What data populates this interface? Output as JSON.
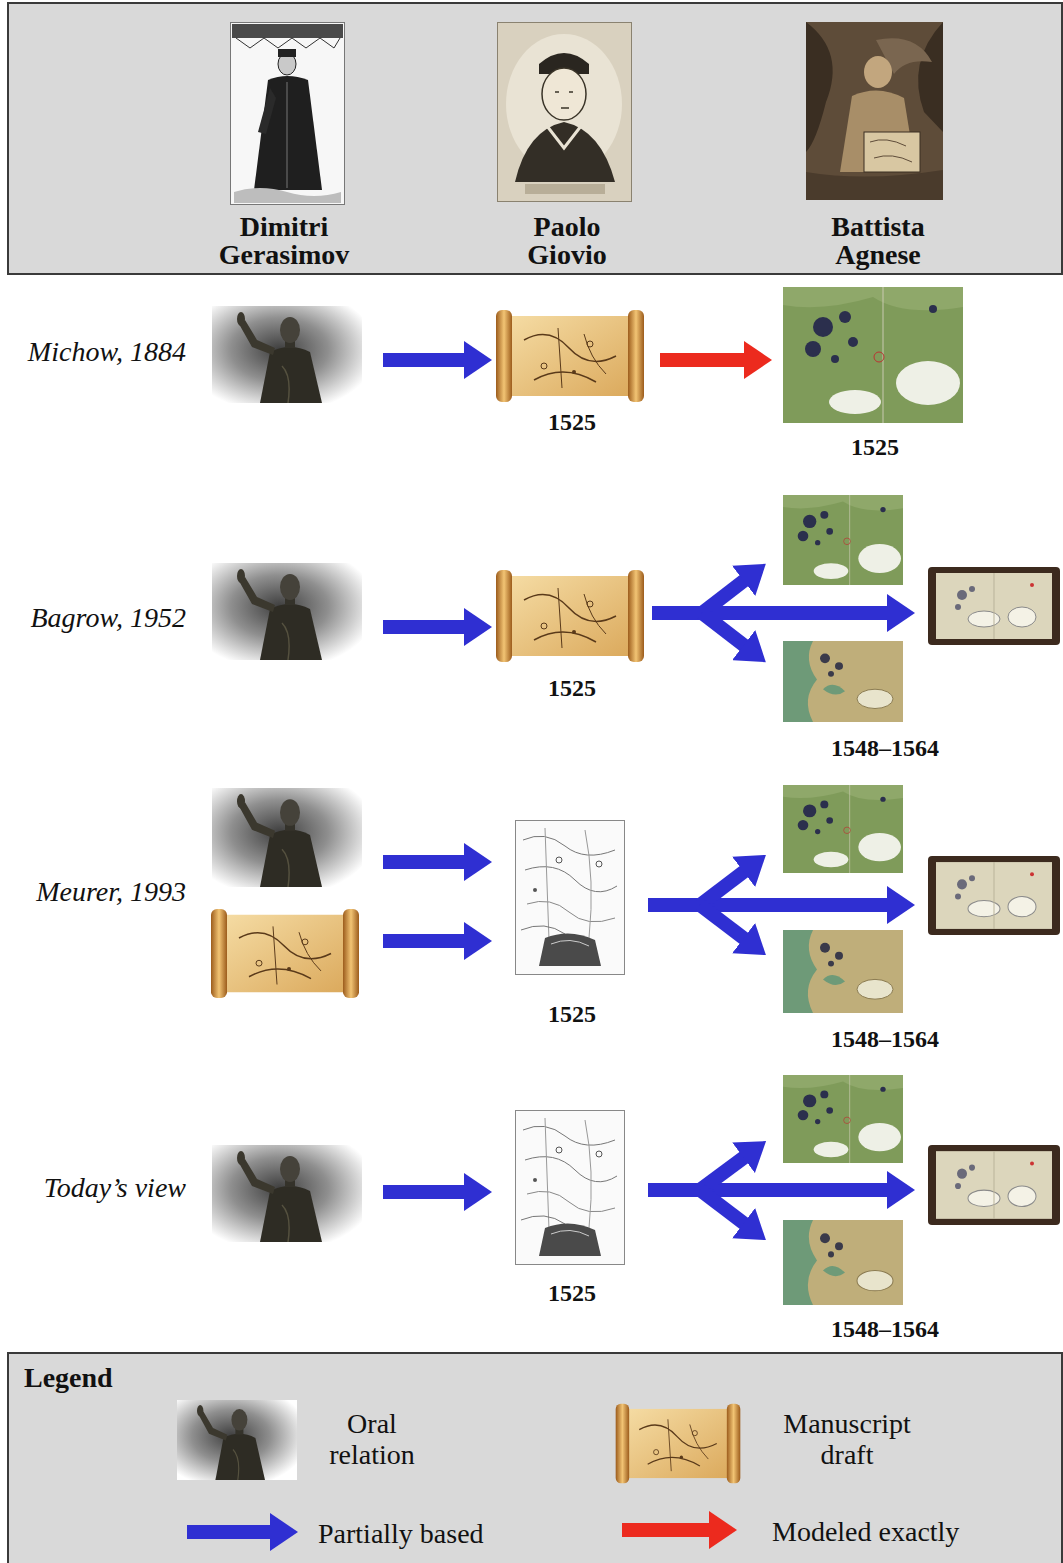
{
  "diagram": {
    "nodes": [
      {
        "text": [
          "Dimitri Gerasimov",
          "Paolo Giovio",
          "Battista Agnese"
        ]
      },
      {
        "text": [
          "Legend"
        ]
      }
    ],
    "labels": [
      "Michow, 1884",
      "1525",
      "1525",
      "Bagrow, 1952",
      "1525",
      "1548–1564",
      "Meurer, 1993",
      "1525",
      "1548–1564",
      "Today’s view",
      "1525",
      "1548–1564"
    ],
    "legend": [
      {
        "text": "Oral relation"
      },
      {
        "text": "Manuscript draft"
      },
      {
        "text": "Partially based"
      },
      {
        "text": "Modeled exactly"
      }
    ]
  }
}
